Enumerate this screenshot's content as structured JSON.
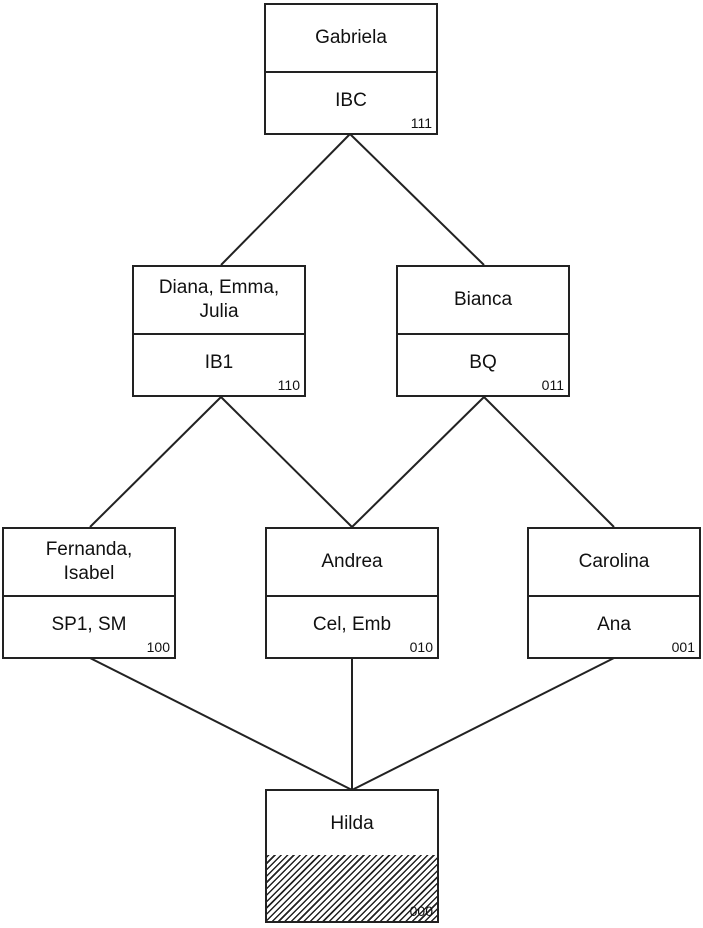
{
  "nodes": {
    "n111": {
      "names": "Gabriela",
      "attributes": "IBC",
      "code": "111"
    },
    "n110": {
      "names": "Diana, Emma,\nJulia",
      "attributes": "IB1",
      "code": "110"
    },
    "n011": {
      "names": "Bianca",
      "attributes": "BQ",
      "code": "011"
    },
    "n100": {
      "names": "Fernanda,\nIsabel",
      "attributes": "SP1, SM",
      "code": "100"
    },
    "n010": {
      "names": "Andrea",
      "attributes": "Cel, Emb",
      "code": "010"
    },
    "n001": {
      "names": "Carolina",
      "attributes": "Ana",
      "code": "001"
    },
    "n000": {
      "names": "Hilda",
      "attributes": "",
      "code": "000"
    }
  },
  "edges": [
    [
      "n111",
      "n110"
    ],
    [
      "n111",
      "n011"
    ],
    [
      "n110",
      "n100"
    ],
    [
      "n110",
      "n010"
    ],
    [
      "n011",
      "n010"
    ],
    [
      "n011",
      "n001"
    ],
    [
      "n100",
      "n000"
    ],
    [
      "n010",
      "n000"
    ],
    [
      "n001",
      "n000"
    ]
  ]
}
